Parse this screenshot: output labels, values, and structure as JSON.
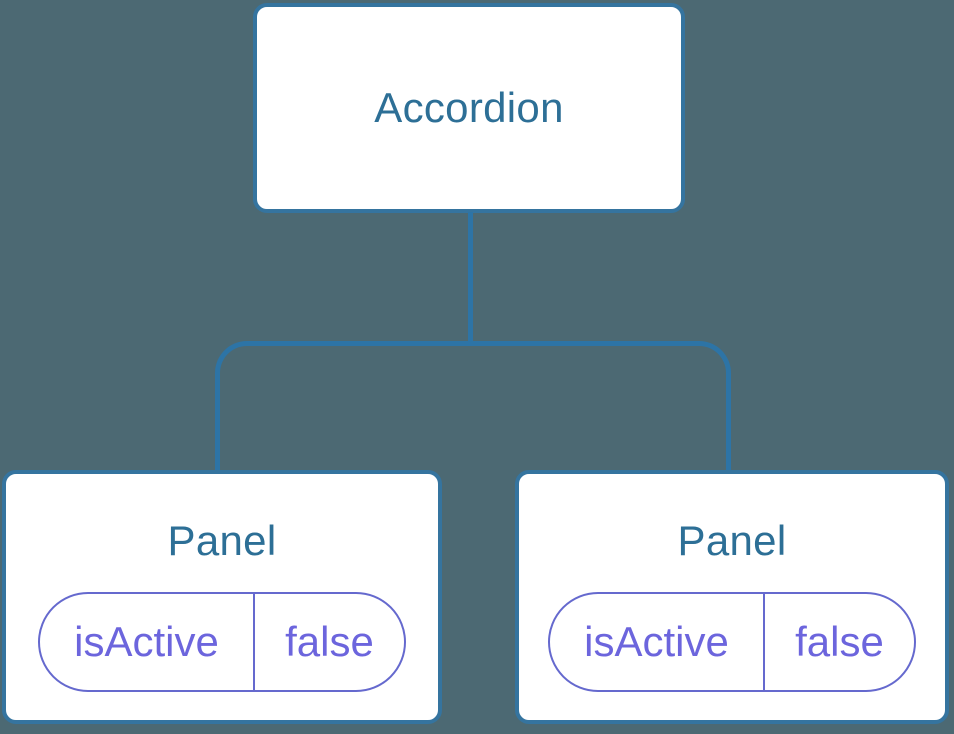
{
  "colors": {
    "background": "#4C6973",
    "line": "#2D74A6",
    "box_border": "#35749F",
    "box_bg": "#FFFFFF",
    "component_text": "#2D6F96",
    "state_border": "#6569CE",
    "state_text": "#6C65DD"
  },
  "tree": {
    "root": {
      "label": "Accordion"
    },
    "children": [
      {
        "label": "Panel",
        "state": {
          "key": "isActive",
          "value": "false"
        }
      },
      {
        "label": "Panel",
        "state": {
          "key": "isActive",
          "value": "false"
        }
      }
    ]
  }
}
